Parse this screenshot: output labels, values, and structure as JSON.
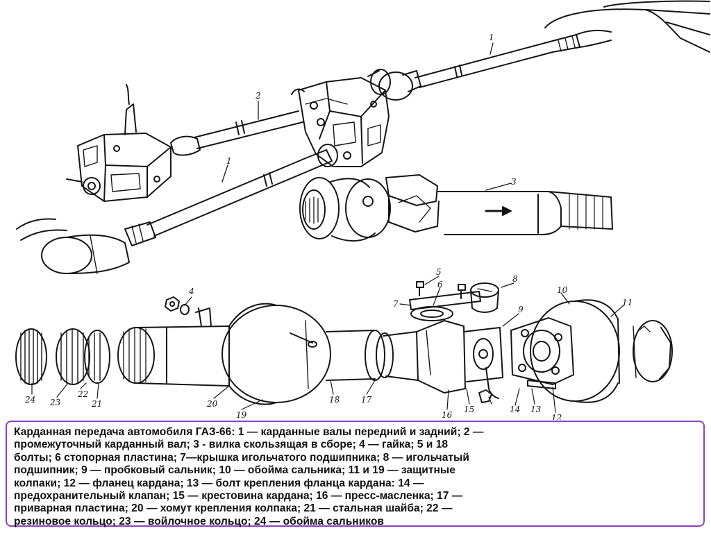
{
  "figure": {
    "part_labels": {
      "shaft_front": "1",
      "shaft_rear": "1",
      "intermediate_shaft": "2",
      "slip_yoke": "3",
      "nut": "4",
      "bolt_5": "5",
      "lock_plate": "6",
      "bearing_cap": "7",
      "needle_bearing": "8",
      "cork_seal": "9",
      "seal_cage": "10",
      "guard_cap_11": "11",
      "flange": "12",
      "flange_bolt": "13",
      "safety_valve": "14",
      "spider": "15",
      "grease_fitting": "16",
      "welded_plate": "17",
      "bolt_18": "18",
      "guard_cap_19": "19",
      "clamp": "20",
      "steel_washer": "21",
      "rubber_ring": "22",
      "felt_ring": "23",
      "seal_cage_24": "24"
    }
  },
  "caption": {
    "lines": [
      "Карданная передача автомобиля ГАЗ-66: 1 — карданные валы передний и задний; 2 —",
      "промежуточный карданный вал; 3 - вилка скользящая в сборе; 4 — гайка; 5 и 18",
      "болты; 6 стопорная пластина; 7—крышка игольчатого подшипника; 8 — игольчатый",
      "подшипник; 9 — пробковый сальник; 10 — обойма сальника; 11 и 19 — защитные",
      "колпаки; 12 — фланец кардана; 13 — болт крепления фланца кардана: 14 —",
      "предохранительный клапан; 15 — крестовина кардана; 16 — пресс-масленка; 17 —",
      "приварная пластина; 20 — хомут крепления колпака; 21 — стальная шайба; 22 —",
      "резиновое кольцо; 23 — войлочное кольцо; 24 — обойма сальников"
    ],
    "border_color": "#8e3fc1"
  }
}
